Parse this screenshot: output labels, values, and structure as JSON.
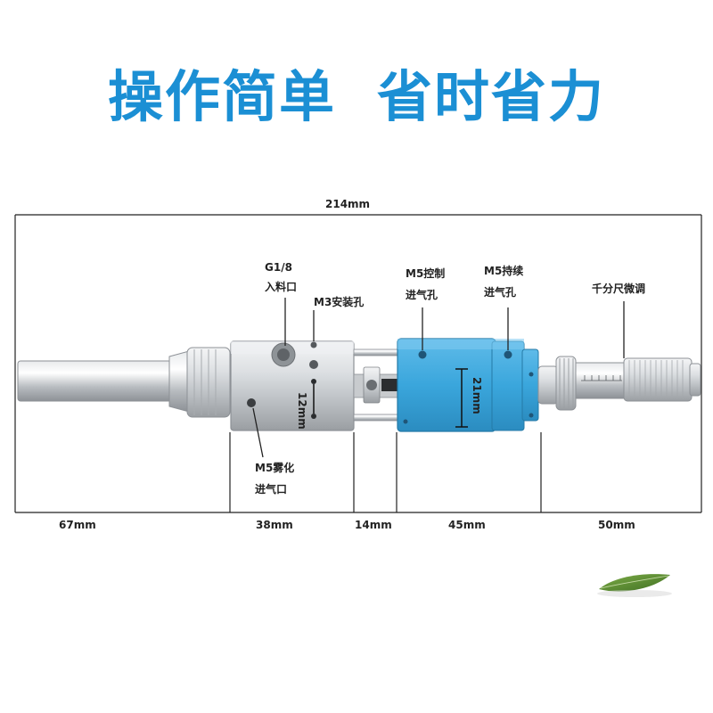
{
  "headline": {
    "left": "操作简单",
    "right": "省时省力"
  },
  "colors": {
    "accent": "#1b8fd4",
    "block_blue": "#3aa6dc",
    "steel": "#d6d8da"
  },
  "dimensions": {
    "overall": "214mm",
    "seg1": "67mm",
    "seg2": "38mm",
    "seg3": "14mm",
    "seg4": "45mm",
    "seg5": "50mm",
    "body_height": "12mm",
    "blue_height": "21mm"
  },
  "callouts": {
    "inlet_l1": "G1/8",
    "inlet_l2": "入料口",
    "mount": "M3安装孔",
    "control_l1": "M5控制",
    "control_l2": "进气孔",
    "sustain_l1": "M5持续",
    "sustain_l2": "进气孔",
    "micrometer": "千分尺微调",
    "atomize_l1": "M5雾化",
    "atomize_l2": "进气口"
  },
  "icons": [
    "leaf-icon"
  ]
}
